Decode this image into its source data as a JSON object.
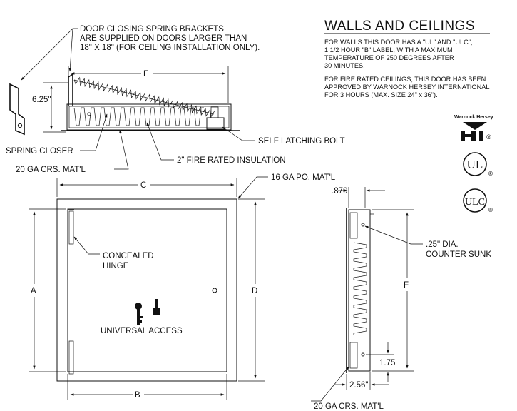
{
  "header": {
    "title": "WALLS AND CEILINGS",
    "wall_note": [
      "FOR WALLS THIS DOOR HAS A \"UL\" AND \"ULC\",",
      "1 1/2 HOUR \"B\" LABEL, WITH A MAXIMUM",
      "TEMPERATURE OF 250 DEGREES AFTER",
      "30 MINUTES."
    ],
    "ceiling_note": [
      "FOR FIRE RATED CEILINGS, THIS DOOR HAS BEEN",
      "APPROVED BY WARNOCK HERSEY INTERNATIONAL",
      "FOR 3 HOURS (MAX. SIZE 24\" x 36\")."
    ]
  },
  "logos": {
    "warnock_hersey": "Warnock Hersey",
    "ul": "UL",
    "ulc": "ULC"
  },
  "callouts": {
    "spring_brackets": [
      "DOOR CLOSING SPRING BRACKETS",
      "ARE SUPPLIED ON DOORS LARGER THAN",
      "18\" X 18\" (FOR CEILING INSTALLATION ONLY)."
    ],
    "self_latching_bolt": "SELF LATCHING BOLT",
    "spring_closer": "SPRING CLOSER",
    "insulation": "2\" FIRE RATED INSULATION",
    "crs_top": "20 GA CRS. MAT'L",
    "po_mat": "16 GA PO. MAT'L",
    "concealed_hinge": [
      "CONCEALED",
      "HINGE"
    ],
    "universal_access": "UNIVERSAL ACCESS",
    "countersunk": [
      ".25\" DIA.",
      "COUNTER SUNK"
    ],
    "crs_bottom": "20 GA CRS. MAT'L"
  },
  "dimensions": {
    "e": "E",
    "height_625": "6.25\"",
    "c": "C",
    "a": "A",
    "d": "D",
    "b": "B",
    "w_870": ".870",
    "f": "F",
    "h_175": "1.75",
    "w_256": "2.56\""
  }
}
